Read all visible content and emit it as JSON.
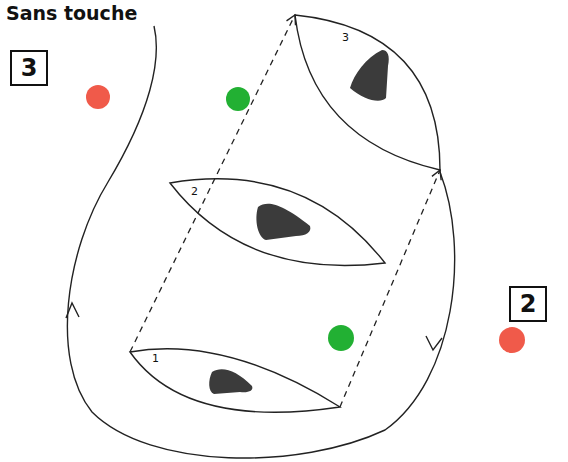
{
  "diagram": {
    "title": "Sans touche",
    "nodes": [
      {
        "text": [
          "3"
        ]
      },
      {
        "text": [
          "3"
        ]
      },
      {
        "text": [
          "2"
        ]
      },
      {
        "text": [
          "2"
        ]
      },
      {
        "text": [
          "1"
        ]
      }
    ],
    "edges": [
      {
        "from": 4,
        "to": 1,
        "arrow": "to"
      },
      {
        "from": 4,
        "to": 1,
        "arrow": "to"
      }
    ]
  }
}
